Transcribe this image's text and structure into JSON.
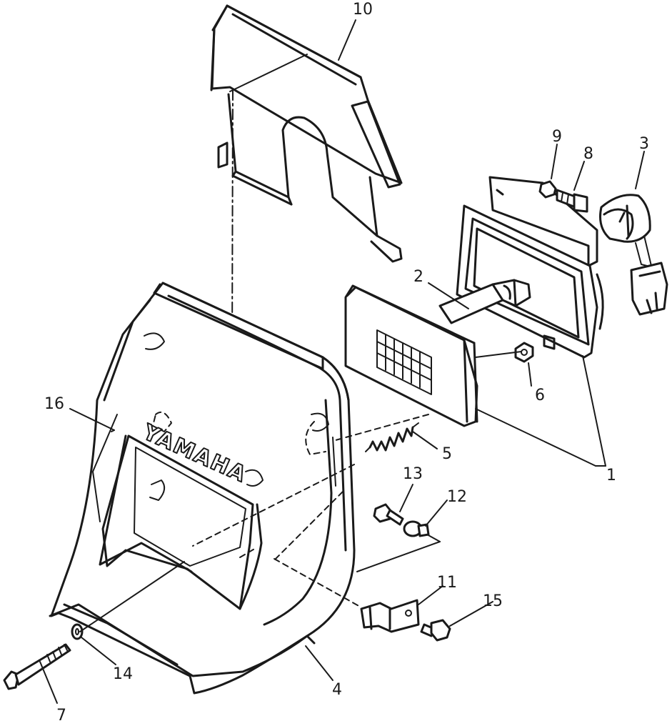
{
  "diagram": {
    "brand_text": "YAMAHA",
    "callouts": [
      {
        "id": "1",
        "part": "headlight-unit"
      },
      {
        "id": "2",
        "part": "bulb"
      },
      {
        "id": "3",
        "part": "bulb-socket"
      },
      {
        "id": "4",
        "part": "cowling"
      },
      {
        "id": "5",
        "part": "spring"
      },
      {
        "id": "6",
        "part": "nut"
      },
      {
        "id": "7",
        "part": "long-bolt"
      },
      {
        "id": "8",
        "part": "screw"
      },
      {
        "id": "9",
        "part": "nut"
      },
      {
        "id": "10",
        "part": "bracket-plate"
      },
      {
        "id": "11",
        "part": "stay"
      },
      {
        "id": "12",
        "part": "collar-screw"
      },
      {
        "id": "13",
        "part": "bolt"
      },
      {
        "id": "14",
        "part": "washer"
      },
      {
        "id": "15",
        "part": "bolt"
      },
      {
        "id": "16",
        "part": "cowling-mark"
      }
    ]
  }
}
